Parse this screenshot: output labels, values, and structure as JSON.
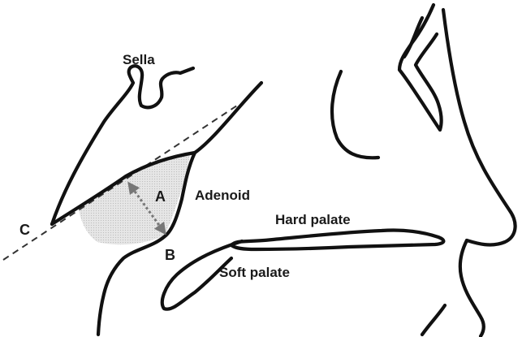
{
  "labels": {
    "sella": "Sella",
    "adenoid": "Adenoid",
    "hard_palate": "Hard palate",
    "soft_palate": "Soft palate",
    "point_a": "A",
    "point_b": "B",
    "point_c": "C"
  },
  "colors": {
    "outline": "#111111",
    "adenoid_fill": "#d9d9d9",
    "measure_line": "#777777",
    "text": "#1a1a1a"
  }
}
